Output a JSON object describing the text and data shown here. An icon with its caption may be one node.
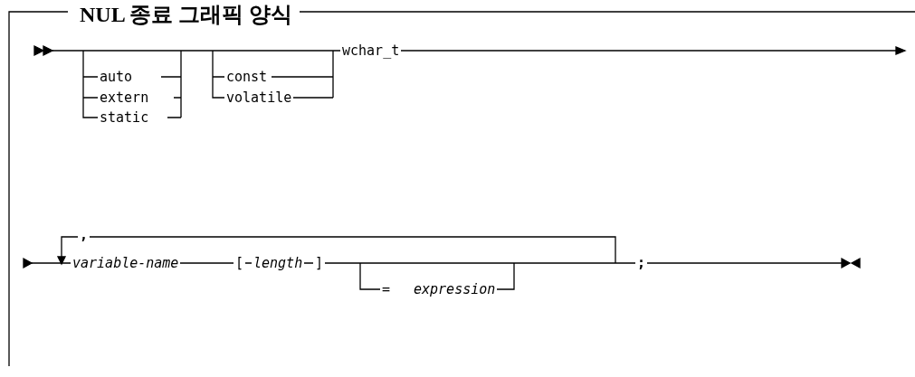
{
  "diagram": {
    "title": "NUL 종료 그래픽 양식",
    "labels": [
      "wchar_t",
      "auto",
      "const",
      "extern",
      "volatile",
      "static",
      ",",
      "variable-name",
      "[",
      "length",
      "]",
      "=",
      "expression",
      ";"
    ]
  }
}
